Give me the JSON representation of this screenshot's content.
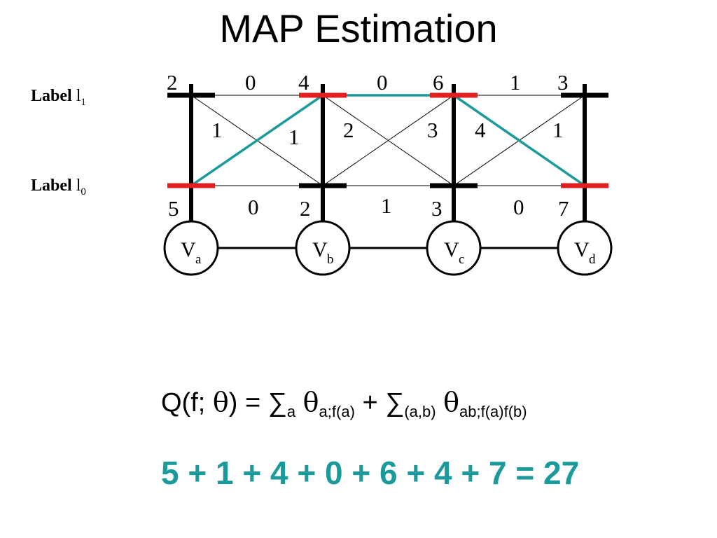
{
  "title": "MAP Estimation",
  "row_labels": [
    {
      "word": "Label",
      "symbol": "l",
      "sub": "1"
    },
    {
      "word": "Label",
      "symbol": "l",
      "sub": "0"
    }
  ],
  "nodes": [
    {
      "letter": "V",
      "sub": "a"
    },
    {
      "letter": "V",
      "sub": "b"
    },
    {
      "letter": "V",
      "sub": "c"
    },
    {
      "letter": "V",
      "sub": "d"
    }
  ],
  "unary": {
    "l1": [
      "2",
      "4",
      "6",
      "3"
    ],
    "l0": [
      "5",
      "2",
      "3",
      "7"
    ]
  },
  "pairwise": {
    "top": [
      "0",
      "0",
      "1"
    ],
    "bottom": [
      "0",
      "1",
      "0"
    ],
    "cross_left": [
      "1",
      "2",
      "4"
    ],
    "cross_right": [
      "1",
      "3",
      "1"
    ]
  },
  "labeling": [
    "l0",
    "l1",
    "l1",
    "l0"
  ],
  "colors": {
    "selected": "#e01f1f",
    "unselected": "#000000",
    "path": "#1a9a9a",
    "result": "#1a9a9a"
  },
  "formula": {
    "lhs": "Q(f; ",
    "theta": "θ",
    "eq": ") = ∑",
    "sub1": "a",
    "sub2": "a;f(a)",
    "plus": " + ∑",
    "sub3": "(a,b)",
    "sub4": "ab;f(a)f(b)"
  },
  "result": "5 + 1 + 4 + 0 + 6 + 4 + 7 = 27"
}
